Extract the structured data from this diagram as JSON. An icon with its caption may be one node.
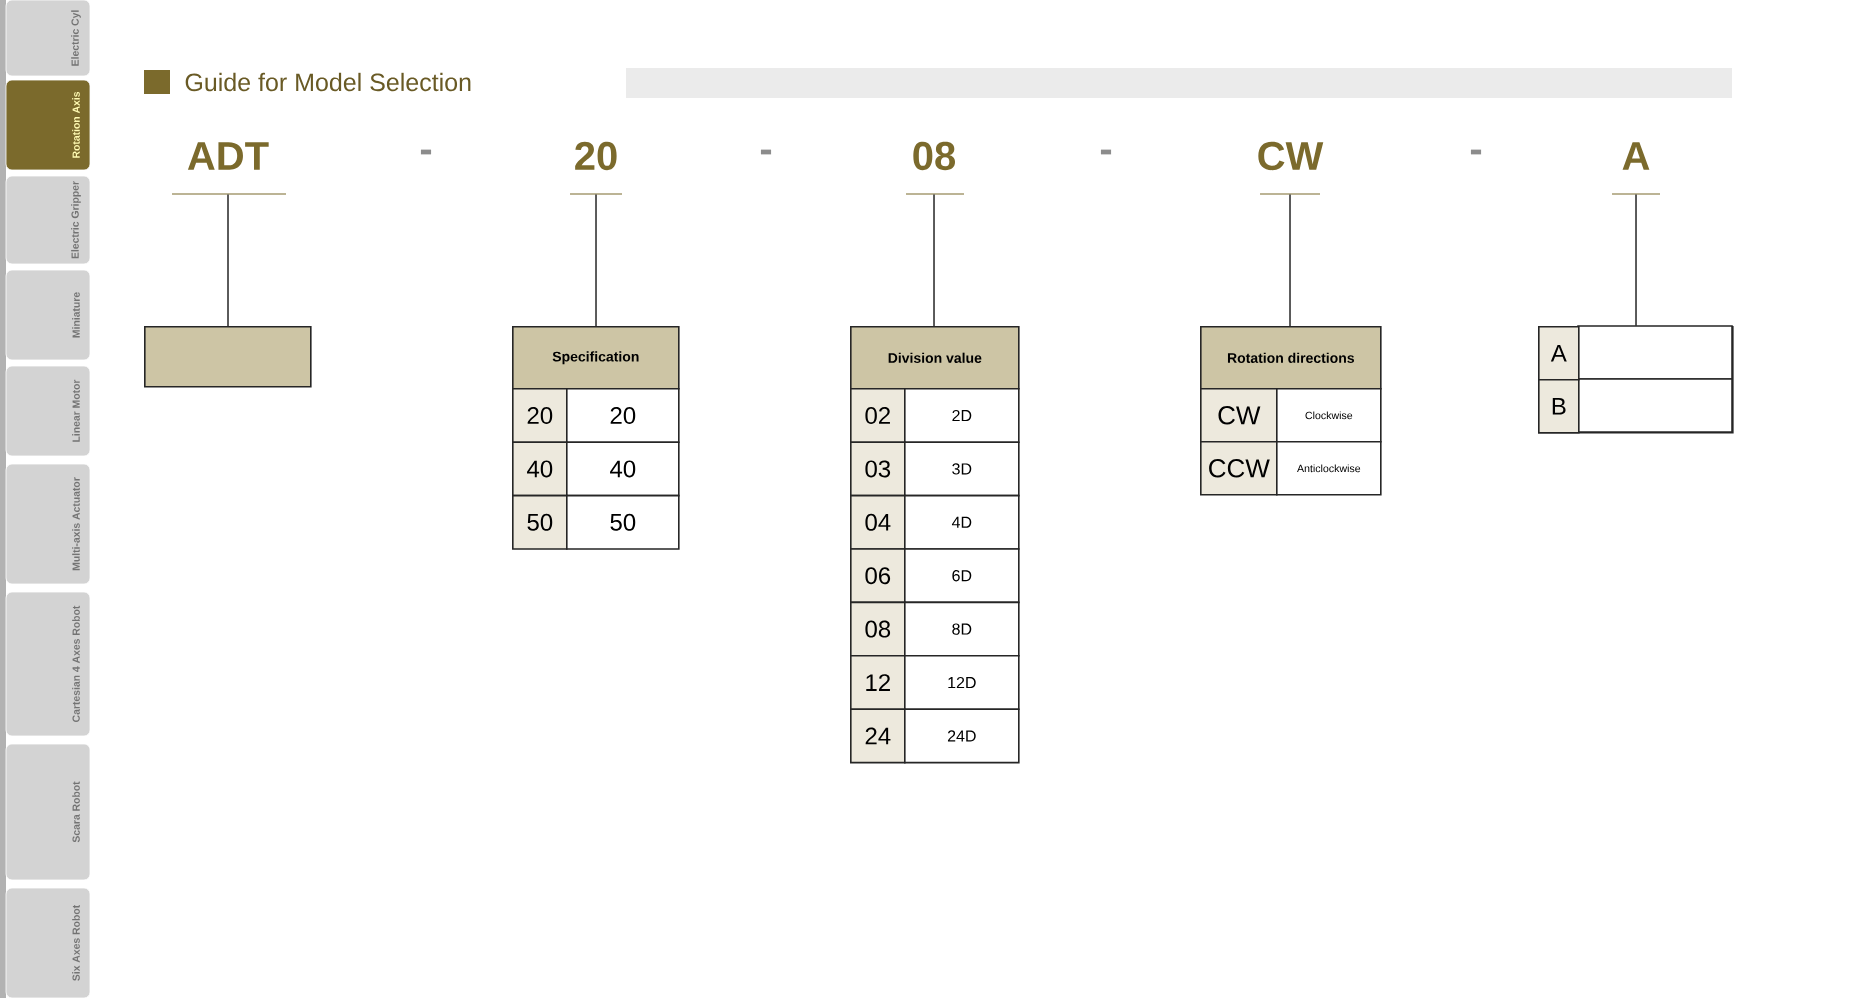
{
  "diagram": {
    "title": "Guide for Model Selection",
    "nodes": [
      {
        "text": [
          "ADT"
        ]
      },
      {
        "text": [
          "20"
        ]
      },
      {
        "text": [
          "08"
        ]
      },
      {
        "text": [
          "CW"
        ]
      },
      {
        "text": [
          "A"
        ]
      },
      {
        "text": [],
        "shape": "box"
      },
      {
        "text": [
          "Specification"
        ]
      },
      {
        "text": [
          "Division value"
        ]
      },
      {
        "text": [
          "Rotation directions"
        ]
      },
      {
        "text": [],
        "shape": "box"
      }
    ],
    "edges": [
      {
        "from": 0,
        "to": 5,
        "arrow": "none"
      },
      {
        "from": 1,
        "to": 6,
        "arrow": "none"
      },
      {
        "from": 2,
        "to": 7,
        "arrow": "none"
      },
      {
        "from": 3,
        "to": 8,
        "arrow": "none"
      },
      {
        "from": 4,
        "to": 9,
        "arrow": "none"
      }
    ],
    "labels": [
      "-",
      "-",
      "-",
      "-",
      "20",
      "20",
      "40",
      "40",
      "50",
      "50",
      "02",
      "2D",
      "03",
      "3D",
      "04",
      "4D",
      "06",
      "6D",
      "08",
      "8D",
      "12",
      "12D",
      "24",
      "24D",
      "CW",
      "Clockwise",
      "CCW",
      "Anticlockwise",
      "A",
      "B",
      "Electric Cyl",
      "Rotation Axis",
      "Electric Gripper",
      "Miniature",
      "Linear Motor",
      "Multi-axis Actuator",
      "Cartesian 4 Axes Robot",
      "Scara Robot",
      "Six Axes Robot"
    ]
  }
}
